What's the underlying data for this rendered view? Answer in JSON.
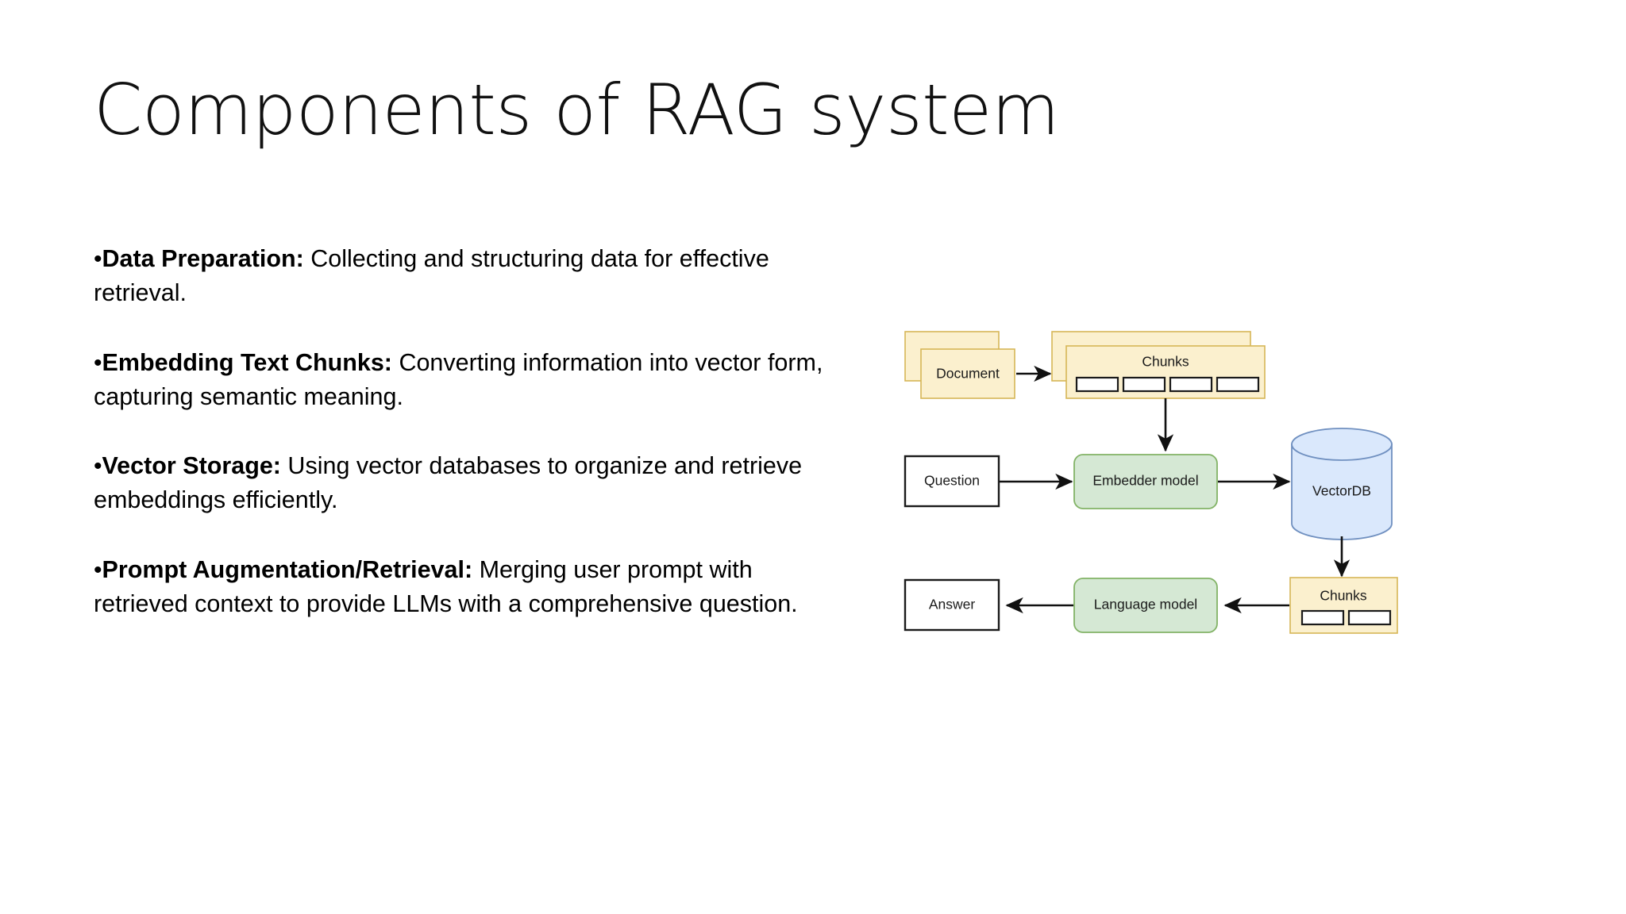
{
  "slide": {
    "title": "Components of RAG system",
    "background_color": "#ffffff"
  },
  "bullets": [
    {
      "marker": "•",
      "lead": "Data Preparation:",
      "rest": " Collecting and structuring data for effective retrieval."
    },
    {
      "marker": "•",
      "lead": "Embedding Text Chunks:",
      "rest": " Converting information into vector form, capturing semantic meaning."
    },
    {
      "marker": "•",
      "lead": "Vector Storage:",
      "rest": " Using vector databases to organize and retrieve embeddings efficiently."
    },
    {
      "marker": "•",
      "lead": "Prompt Augmentation/Retrieval:",
      "rest": " Merging user prompt with retrieved context to provide LLMs with a comprehensive question."
    }
  ],
  "diagram": {
    "nodes": {
      "document": {
        "label": "Document",
        "shape": "stacked-card",
        "fill": "#fbf0ce",
        "stroke": "#d6b656"
      },
      "chunks_top": {
        "label": "Chunks",
        "shape": "stacked-card",
        "fill": "#fbf0ce",
        "stroke": "#d6b656",
        "slots": 4
      },
      "question": {
        "label": "Question",
        "shape": "rect",
        "fill": "#ffffff",
        "stroke": "#1a1a1a"
      },
      "embedder_model": {
        "label": "Embedder model",
        "shape": "rounded-rect",
        "fill": "#d5e8d4",
        "stroke": "#82b366"
      },
      "vector_db": {
        "label": "VectorDB",
        "shape": "cylinder",
        "fill": "#dae8fc",
        "stroke": "#7090c0"
      },
      "chunks_bottom": {
        "label": "Chunks",
        "shape": "card",
        "fill": "#fbf0ce",
        "stroke": "#d6b656",
        "slots": 2
      },
      "language_model": {
        "label": "Language model",
        "shape": "rounded-rect",
        "fill": "#d5e8d4",
        "stroke": "#82b366"
      },
      "answer": {
        "label": "Answer",
        "shape": "rect",
        "fill": "#ffffff",
        "stroke": "#1a1a1a"
      }
    },
    "edges": [
      {
        "from": "document",
        "to": "chunks_top",
        "direction": "right"
      },
      {
        "from": "chunks_top",
        "to": "embedder_model",
        "direction": "down"
      },
      {
        "from": "question",
        "to": "embedder_model",
        "direction": "right"
      },
      {
        "from": "embedder_model",
        "to": "vector_db",
        "direction": "right"
      },
      {
        "from": "vector_db",
        "to": "chunks_bottom",
        "direction": "down"
      },
      {
        "from": "chunks_bottom",
        "to": "language_model",
        "direction": "left"
      },
      {
        "from": "language_model",
        "to": "answer",
        "direction": "left"
      }
    ],
    "edge_color": "#111111"
  }
}
